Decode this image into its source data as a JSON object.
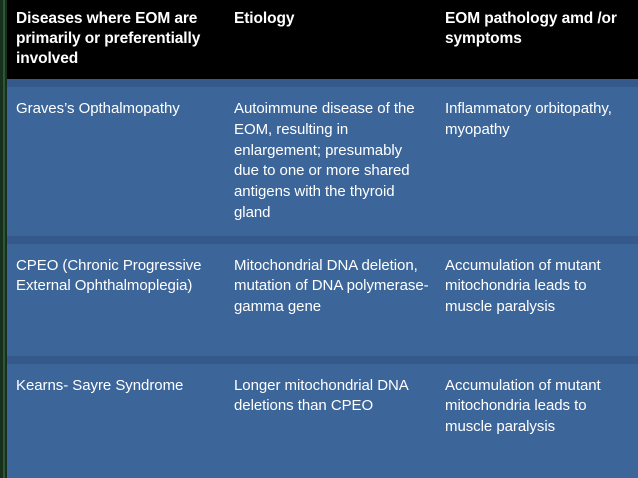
{
  "slide": {
    "background_color": "#3C6599",
    "header_background_color": "#000000",
    "row_divider_color": "#35598A",
    "left_strip_color": "#17301E",
    "text_color": "#FFFFFF"
  },
  "table": {
    "columns": [
      "Diseases where EOM are primarily or preferentially involved",
      "Etiology",
      "EOM pathology amd /or symptoms"
    ],
    "rows": [
      {
        "disease": "Graves’s Opthalmopathy",
        "etiology": "Autoimmune disease of the EOM, resulting in enlargement; presumably due to one or more shared antigens with the thyroid gland",
        "pathology": "Inflammatory orbitopathy, myopathy"
      },
      {
        "disease": "CPEO (Chronic Progressive External Ophthalmoplegia)",
        "etiology": "Mitochondrial DNA deletion, mutation of DNA polymerase-gamma gene",
        "pathology": "Accumulation of mutant mitochondria leads to muscle paralysis"
      },
      {
        "disease": "Kearns- Sayre Syndrome",
        "etiology": "Longer mitochondrial DNA deletions than CPEO",
        "pathology": "Accumulation of mutant mitochondria leads to muscle paralysis"
      }
    ]
  }
}
